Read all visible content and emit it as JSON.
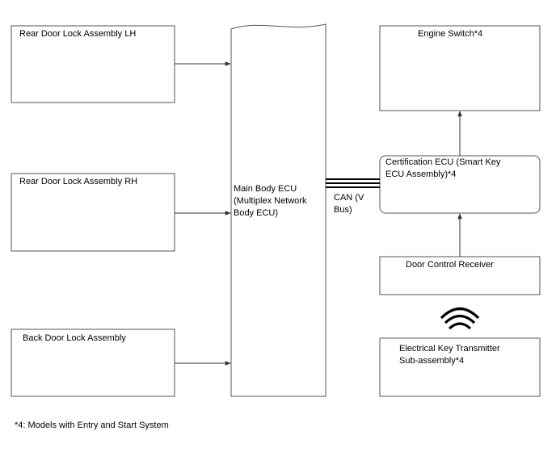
{
  "blocks": {
    "rear_lh": "Rear Door Lock Assembly LH",
    "rear_rh": "Rear Door Lock Assembly RH",
    "back_door": "Back Door Lock Assembly",
    "main_ecu": "Main Body ECU\n(Multiplex Network\nBody ECU)",
    "engine_switch": "Engine Switch*4",
    "cert_ecu": "Certification ECU (Smart Key\nECU Assembly)*4",
    "door_receiver": "Door Control Receiver",
    "key_transmitter": "Electrical Key Transmitter\nSub-assembly*4"
  },
  "bus": {
    "label": "CAN (V\nBus)"
  },
  "footnote": "*4: Models with Entry and Start System",
  "icons": [
    "radio-wave-icon"
  ],
  "colors": {
    "line": "#555555",
    "bus": "#000000"
  }
}
